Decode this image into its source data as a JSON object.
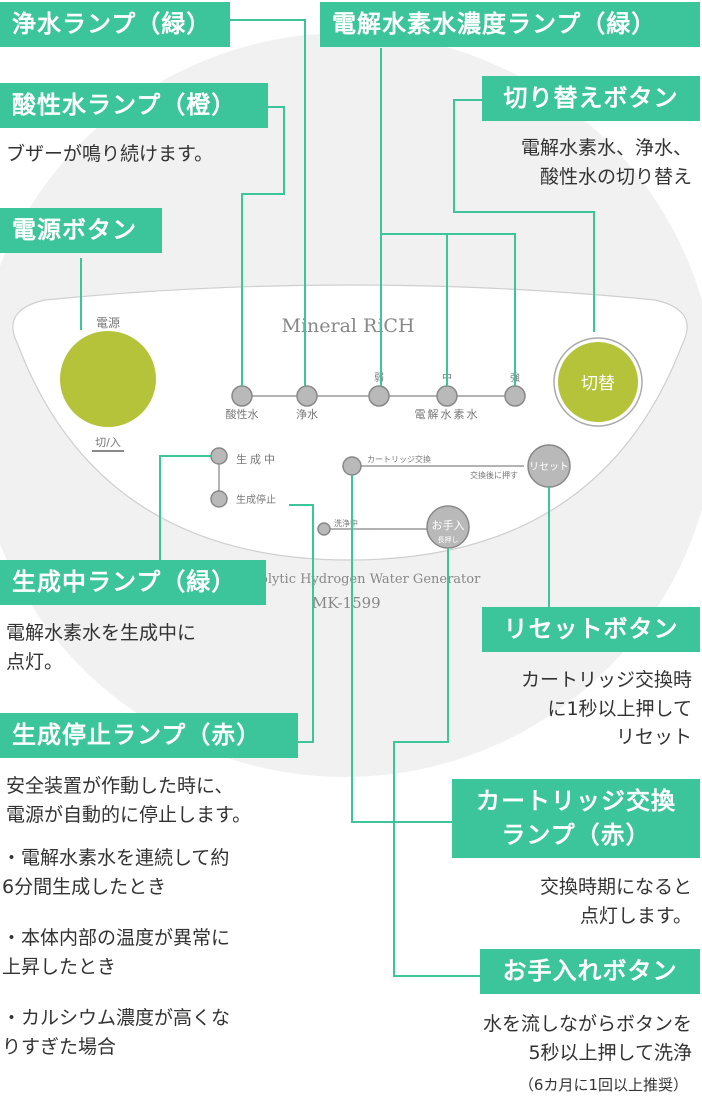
{
  "device": {
    "brand": "Mineral RiCH",
    "subtitle": "olytic Hydrogen Water Generator",
    "model": "MK-1599",
    "power_label": "電源",
    "power_switch_label": "切/入",
    "switch_button_label": "切替",
    "acid_label": "酸性水",
    "pure_label": "浄水",
    "weak_label": "弱",
    "mid_label": "中",
    "strong_label": "強",
    "electrolyzed_label": "電解水素水",
    "generating_label": "生成中",
    "stopped_label": "生成停止",
    "cartridge_label": "カートリッジ交換",
    "after_change_label": "交換後に押す",
    "reset_button_label": "リセット",
    "washing_label": "洗浄中",
    "care_button_label": "お手入",
    "care_button_sub": "長押し"
  },
  "callouts": {
    "pure_lamp": {
      "title": "浄水ランプ（緑）"
    },
    "concentration_lamp": {
      "title": "電解水素水濃度ランプ（緑）"
    },
    "acid_lamp": {
      "title": "酸性水ランプ（橙）",
      "desc": [
        "ブザーが鳴り続けます。"
      ]
    },
    "switch_button": {
      "title": "切り替えボタン",
      "desc": [
        "電解水素水、浄水、",
        "酸性水の切り替え"
      ]
    },
    "power_button": {
      "title": "電源ボタン"
    },
    "generating_lamp": {
      "title": "生成中ランプ（緑）",
      "desc": [
        "電解水素水を生成中に",
        "点灯。"
      ]
    },
    "reset_button": {
      "title": "リセットボタン",
      "desc": [
        "カートリッジ交換時",
        "に1秒以上押して",
        "リセット"
      ]
    },
    "stop_lamp": {
      "title": "生成停止ランプ（赤）",
      "desc": [
        "安全装置が作動した時に、",
        "電源が自動的に停止します。"
      ],
      "bullets": [
        [
          "・電解水素水を連続して約",
          "6分間生成したとき"
        ],
        [
          "・本体内部の温度が異常に",
          "上昇したとき"
        ],
        [
          "・カルシウム濃度が高くな",
          "りすぎた場合"
        ]
      ]
    },
    "cartridge_lamp": {
      "title_line1": "カートリッジ交換",
      "title_line2": "ランプ（赤）",
      "desc": [
        "交換時期になると",
        "点灯します。"
      ]
    },
    "care_button": {
      "title": "お手入れボタン",
      "desc": [
        "水を流しながらボタンを",
        "5秒以上押して洗浄"
      ],
      "note": "（6カ月に1回以上推奨）"
    }
  },
  "colors": {
    "accent": "#3cc49a",
    "power_button": "#b5c33b",
    "lamp": "#b9b9b9",
    "background_circle": "#f1f1f1"
  }
}
